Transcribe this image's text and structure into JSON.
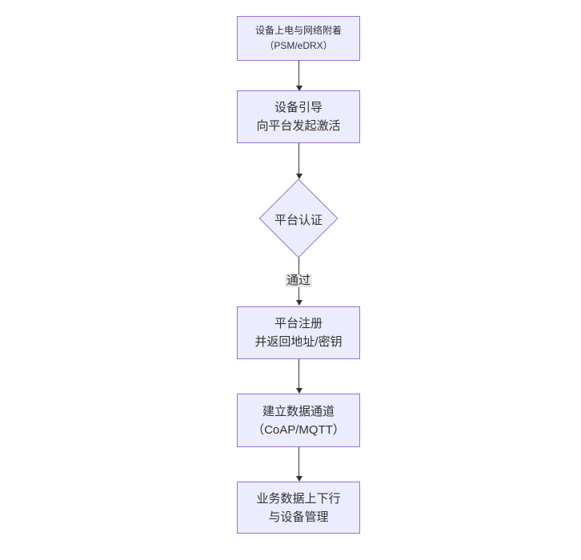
{
  "diagram": {
    "type": "flowchart-vertical",
    "colors": {
      "background": "#ffffff",
      "node_fill": "#ECECFF",
      "node_border": "#9370DB",
      "edge": "#333333",
      "edge_label_bg": "#e8e8e8",
      "text": "#333333"
    },
    "nodes": [
      {
        "id": "power-attach",
        "shape": "rect",
        "lines": [
          "设备上电与网络附着",
          "（PSM/eDRX）"
        ]
      },
      {
        "id": "bootstrap",
        "shape": "rect",
        "lines": [
          "设备引导",
          "向平台发起激活"
        ]
      },
      {
        "id": "platform-auth",
        "shape": "diamond",
        "lines": [
          "平台认证"
        ]
      },
      {
        "id": "register",
        "shape": "rect",
        "lines": [
          "平台注册",
          "并返回地址/密钥"
        ]
      },
      {
        "id": "data-channel",
        "shape": "rect",
        "lines": [
          "建立数据通道",
          "（CoAP/MQTT）"
        ]
      },
      {
        "id": "business",
        "shape": "rect",
        "lines": [
          "业务数据上下行",
          "与设备管理"
        ]
      }
    ],
    "edges": [
      {
        "from": "power-attach",
        "to": "bootstrap",
        "label": ""
      },
      {
        "from": "bootstrap",
        "to": "platform-auth",
        "label": ""
      },
      {
        "from": "platform-auth",
        "to": "register",
        "label": "通过"
      },
      {
        "from": "register",
        "to": "data-channel",
        "label": ""
      },
      {
        "from": "data-channel",
        "to": "business",
        "label": ""
      }
    ]
  }
}
